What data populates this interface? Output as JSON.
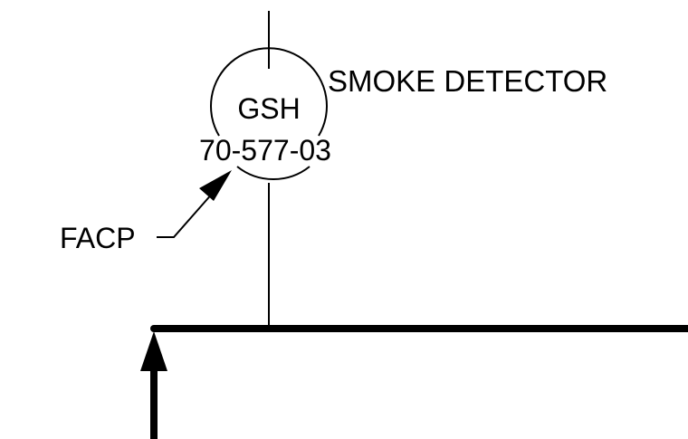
{
  "instrument": {
    "tag_letters": "GSH",
    "tag_number": "70-577-03",
    "description": "SMOKE DETECTOR"
  },
  "callout": {
    "label": "FACP"
  },
  "colors": {
    "line": "#000000",
    "background": "#ffffff"
  }
}
